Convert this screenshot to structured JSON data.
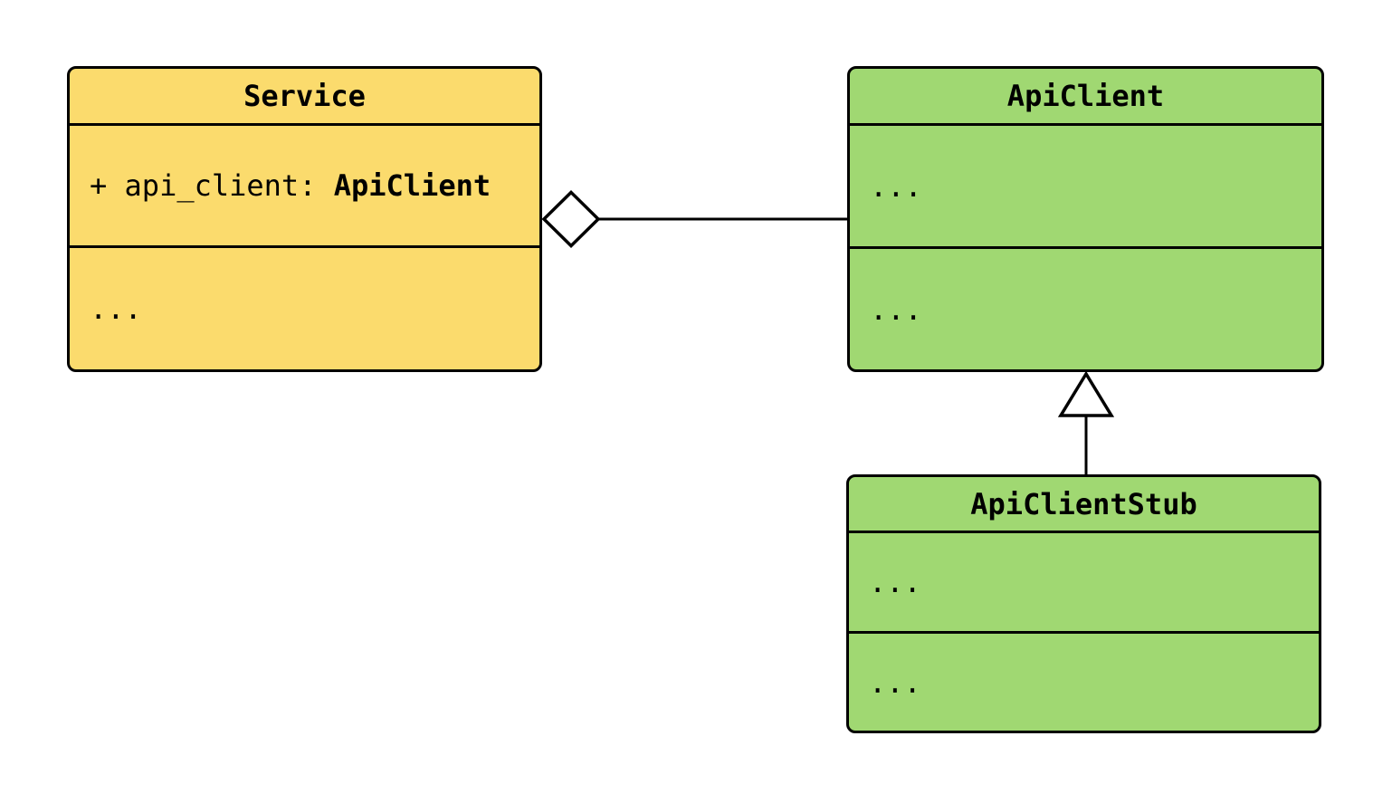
{
  "diagram": {
    "kind": "uml-class-diagram",
    "background_color": "#ffffff",
    "border_color": "#000000",
    "classes": [
      {
        "name": "Service",
        "fill_color": "#fbdb6d",
        "attribute_prefix": "+ api_client: ",
        "attribute_type": "ApiClient",
        "methods_placeholder": "..."
      },
      {
        "name": "ApiClient",
        "fill_color": "#a0d872",
        "attributes_placeholder": "...",
        "methods_placeholder": "..."
      },
      {
        "name": "ApiClientStub",
        "fill_color": "#a0d872",
        "attributes_placeholder": "...",
        "methods_placeholder": "..."
      }
    ],
    "relationships": [
      {
        "type": "aggregation",
        "marker": "open-diamond",
        "whole": "Service",
        "part": "ApiClient"
      },
      {
        "type": "generalization",
        "marker": "open-triangle",
        "child": "ApiClientStub",
        "parent": "ApiClient"
      }
    ]
  }
}
